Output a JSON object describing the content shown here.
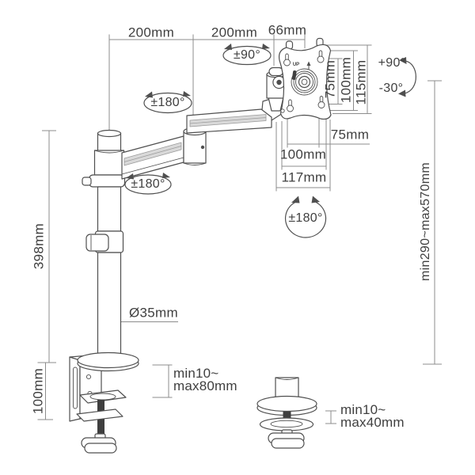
{
  "labels": {
    "dim_top_left": "200mm",
    "dim_top_mid": "200mm",
    "dim_top_right": "66mm",
    "rot_head": "±90°",
    "rot_arm_upper": "±180°",
    "rot_arm_lower": "±180°",
    "rot_vesa": "±180°",
    "tilt_up": "+90°",
    "tilt_down": "-30°",
    "vesa_v_75": "75mm",
    "vesa_v_100": "100mm",
    "vesa_v_115": "115mm",
    "vesa_h_75": "75mm",
    "vesa_h_100": "100mm",
    "vesa_h_117": "117mm",
    "pole_height": "398mm",
    "pole_diameter": "Ø35mm",
    "clamp_height": "100mm",
    "height_range": "min290~max570mm",
    "clamp_range_1": "min10~",
    "clamp_range_2": "max80mm",
    "grommet_range_1": "min10~",
    "grommet_range_2": "max40mm",
    "vesa_up": "UP"
  },
  "colors": {
    "outline": "#4f4f4f",
    "dimension": "#8c8c8c",
    "text": "#3f3f3f",
    "shade": "#d9d9d9",
    "background": "#ffffff"
  }
}
